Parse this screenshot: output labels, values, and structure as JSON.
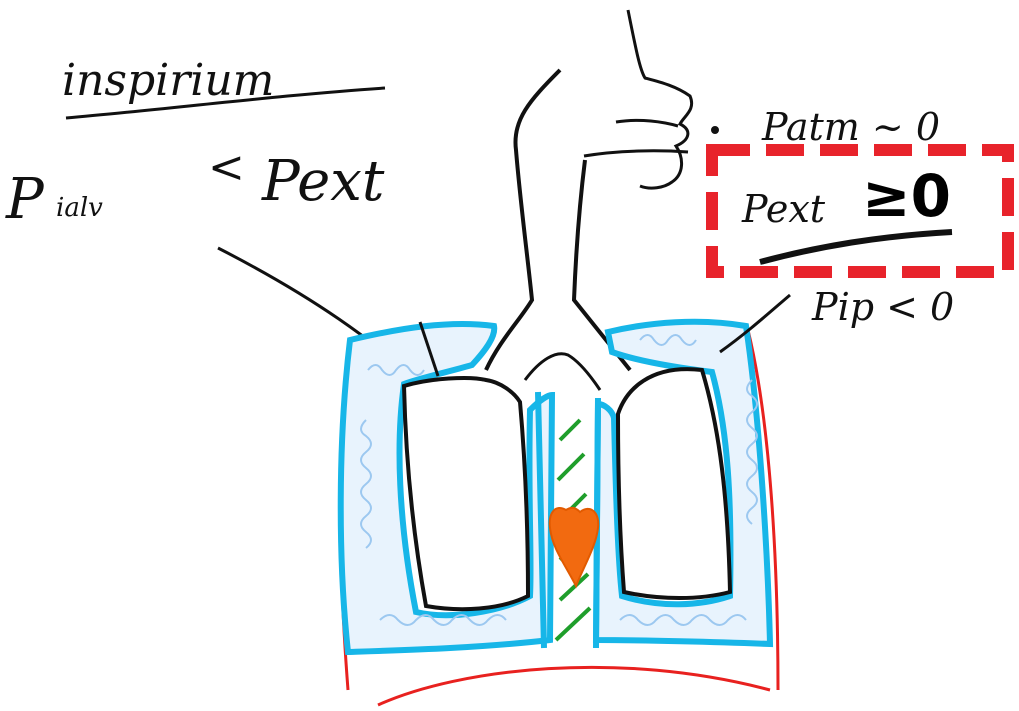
{
  "labels": {
    "title": "inspirium",
    "p_ialv": "P",
    "p_ialv_sub": "ialv",
    "less_than": "<",
    "p_ext_left": "Pext",
    "p_atm": "Patm ~ 0",
    "p_ext_right": "Pext",
    "p_ext_right_relation": "≥0",
    "p_ip": "Pip < 0"
  },
  "colors": {
    "ink": "#111111",
    "pleura": "#17b6e8",
    "pleura_fill": "#9cc8f0",
    "chest_wall": "#e8211f",
    "mediastinum_hatch": "#1f9e2b",
    "heart": "#f26a10",
    "highlight_box": "#e8232b"
  }
}
